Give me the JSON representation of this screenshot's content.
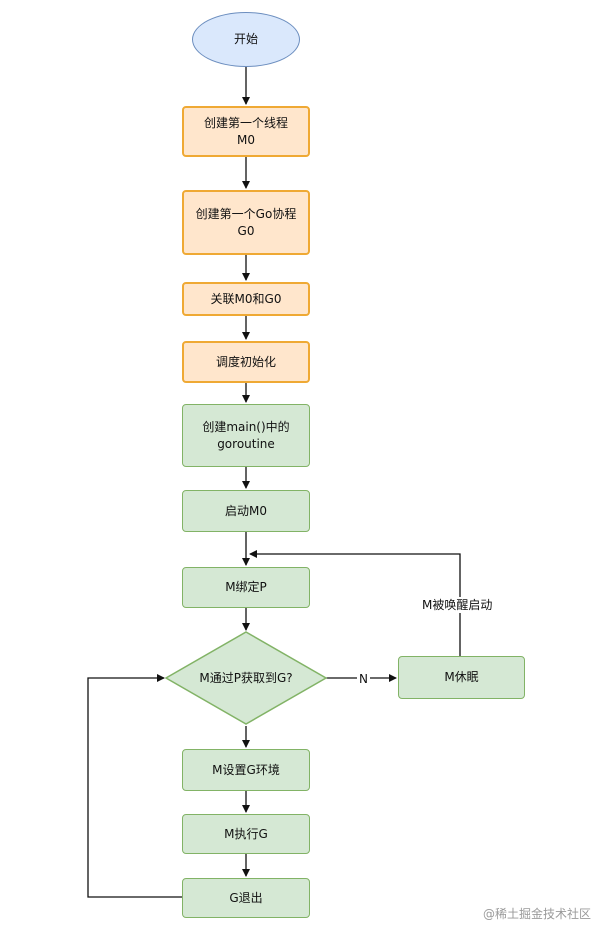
{
  "nodes": {
    "start": "开始",
    "create_m0": "创建第一个线程\nM0",
    "create_g0": "创建第一个Go协程\nG0",
    "link_m0_g0": "关联M0和G0",
    "sched_init": "调度初始化",
    "create_main": "创建main()中的\ngoroutine",
    "start_m0": "启动M0",
    "bind_p": "M绑定P",
    "decision": "M通过P获取到G?",
    "sleep": "M休眠",
    "set_env": "M设置G环境",
    "exec_g": "M执行G",
    "g_exit": "G退出"
  },
  "edge_labels": {
    "no": "N",
    "wake": "M被唤醒启动"
  },
  "watermark": "@稀土掘金技术社区",
  "colors": {
    "start_fill": "#dae8fc",
    "start_stroke": "#6c8ebf",
    "orange_fill": "#ffe6cc",
    "orange_stroke": "#efa934",
    "green_fill": "#d5e8d4",
    "green_stroke": "#82b366"
  }
}
